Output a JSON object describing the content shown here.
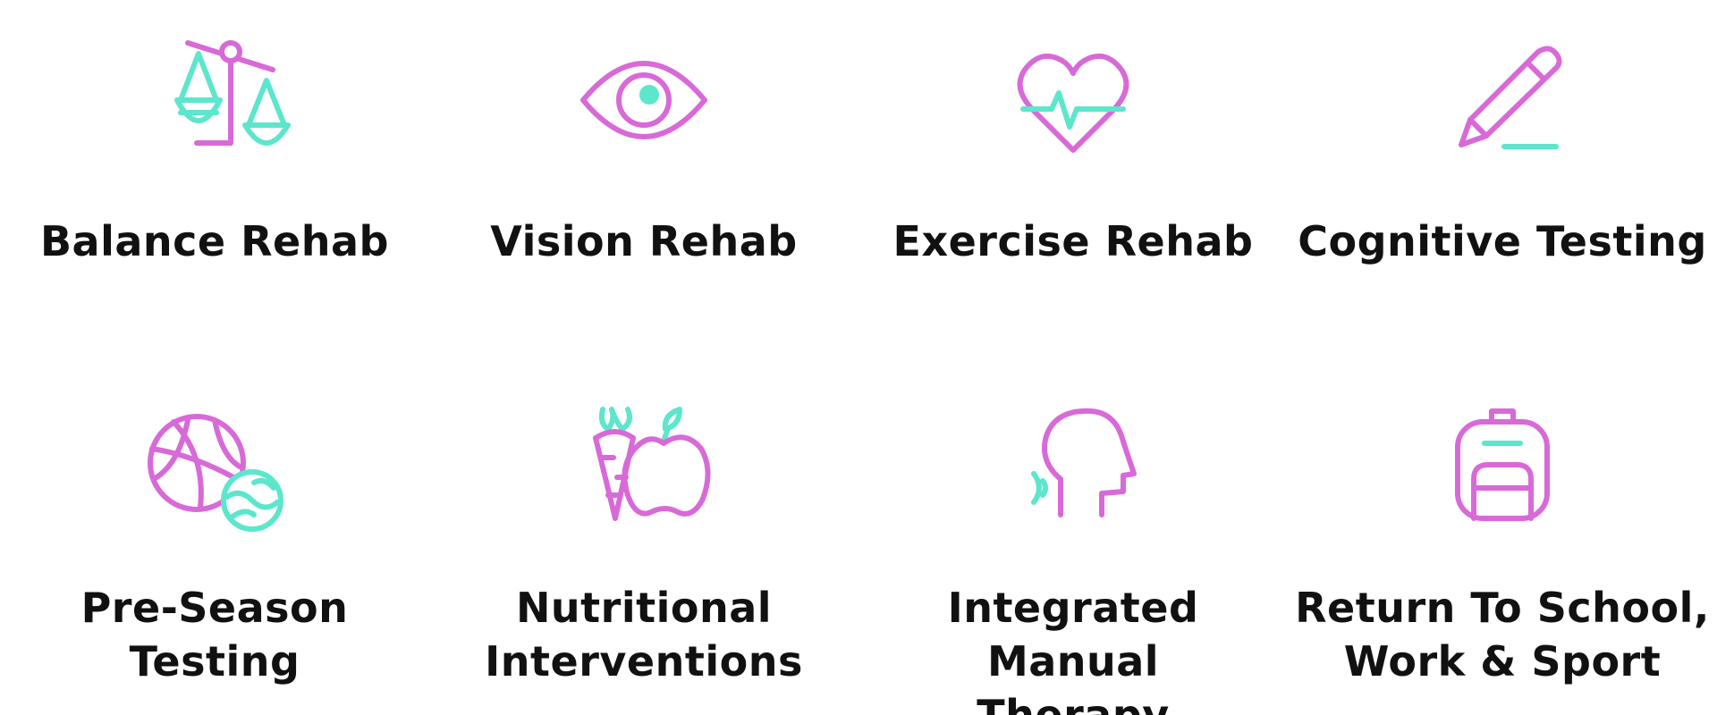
{
  "colors": {
    "pink": "#d86ad8",
    "teal": "#5ce6cc",
    "text": "#111111"
  },
  "services": [
    {
      "icon": "balance-scale-icon",
      "label": "Balance Rehab"
    },
    {
      "icon": "eye-icon",
      "label": "Vision Rehab"
    },
    {
      "icon": "heartbeat-icon",
      "label": "Exercise Rehab"
    },
    {
      "icon": "pencil-icon",
      "label": "Cognitive Testing"
    },
    {
      "icon": "sports-balls-icon",
      "label_line1": "Pre-Season",
      "label_line2": "Testing"
    },
    {
      "icon": "carrot-apple-icon",
      "label_line1": "Nutritional",
      "label_line2": "Interventions"
    },
    {
      "icon": "head-profile-icon",
      "label_line1": "Integrated Manual",
      "label_line2": "Therapy"
    },
    {
      "icon": "backpack-icon",
      "label_line1": "Return To School,",
      "label_line2": "Work & Sport"
    }
  ]
}
